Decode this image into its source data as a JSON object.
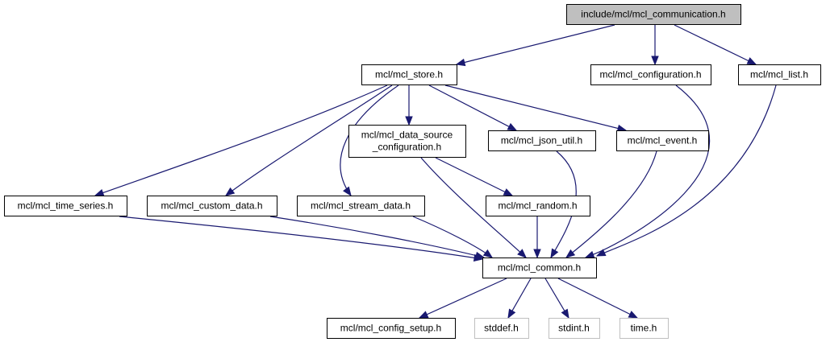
{
  "graph": {
    "nodes": {
      "comm": {
        "lines": [
          "include/mcl/mcl_communication.h"
        ],
        "kind": "root"
      },
      "store": {
        "lines": [
          "mcl/mcl_store.h"
        ],
        "kind": "normal"
      },
      "config": {
        "lines": [
          "mcl/mcl_configuration.h"
        ],
        "kind": "normal"
      },
      "list": {
        "lines": [
          "mcl/mcl_list.h"
        ],
        "kind": "normal"
      },
      "dsconf": {
        "lines": [
          "mcl/mcl_data_source",
          "_configuration.h"
        ],
        "kind": "normal"
      },
      "json": {
        "lines": [
          "mcl/mcl_json_util.h"
        ],
        "kind": "normal"
      },
      "event": {
        "lines": [
          "mcl/mcl_event.h"
        ],
        "kind": "normal"
      },
      "ts": {
        "lines": [
          "mcl/mcl_time_series.h"
        ],
        "kind": "normal"
      },
      "custom": {
        "lines": [
          "mcl/mcl_custom_data.h"
        ],
        "kind": "normal"
      },
      "stream": {
        "lines": [
          "mcl/mcl_stream_data.h"
        ],
        "kind": "normal"
      },
      "random": {
        "lines": [
          "mcl/mcl_random.h"
        ],
        "kind": "normal"
      },
      "common": {
        "lines": [
          "mcl/mcl_common.h"
        ],
        "kind": "normal"
      },
      "setup": {
        "lines": [
          "mcl/mcl_config_setup.h"
        ],
        "kind": "normal"
      },
      "stddef": {
        "lines": [
          "stddef.h"
        ],
        "kind": "system"
      },
      "stdint": {
        "lines": [
          "stdint.h"
        ],
        "kind": "system"
      },
      "time": {
        "lines": [
          "time.h"
        ],
        "kind": "system"
      }
    },
    "edges": [
      {
        "from": "comm",
        "to": "store"
      },
      {
        "from": "comm",
        "to": "config"
      },
      {
        "from": "comm",
        "to": "list"
      },
      {
        "from": "store",
        "to": "ts"
      },
      {
        "from": "store",
        "to": "custom"
      },
      {
        "from": "store",
        "to": "stream"
      },
      {
        "from": "store",
        "to": "dsconf"
      },
      {
        "from": "store",
        "to": "json"
      },
      {
        "from": "store",
        "to": "event"
      },
      {
        "from": "config",
        "to": "common"
      },
      {
        "from": "list",
        "to": "common"
      },
      {
        "from": "dsconf",
        "to": "random"
      },
      {
        "from": "dsconf",
        "to": "common"
      },
      {
        "from": "json",
        "to": "common"
      },
      {
        "from": "event",
        "to": "common"
      },
      {
        "from": "ts",
        "to": "common"
      },
      {
        "from": "custom",
        "to": "common"
      },
      {
        "from": "stream",
        "to": "common"
      },
      {
        "from": "random",
        "to": "common"
      },
      {
        "from": "common",
        "to": "setup"
      },
      {
        "from": "common",
        "to": "stddef"
      },
      {
        "from": "common",
        "to": "stdint"
      },
      {
        "from": "common",
        "to": "time"
      }
    ],
    "colors": {
      "edge": "#191970",
      "root_fill": "#bfbfbf",
      "node_border": "#000000",
      "system_border": "#bfbfbf"
    }
  }
}
